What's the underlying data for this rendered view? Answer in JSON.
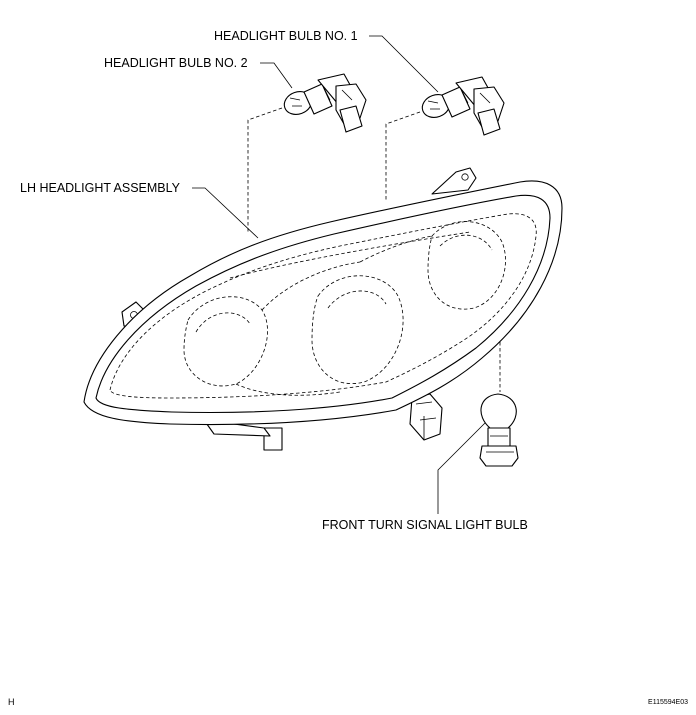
{
  "labels": {
    "bulb1": "HEADLIGHT BULB NO. 1",
    "bulb2": "HEADLIGHT BULB NO. 2",
    "assembly": "LH HEADLIGHT ASSEMBLY",
    "turn_signal": "FRONT TURN SIGNAL LIGHT BULB"
  },
  "footer": {
    "left_mark": "H",
    "figure_code": "E115594E03"
  }
}
